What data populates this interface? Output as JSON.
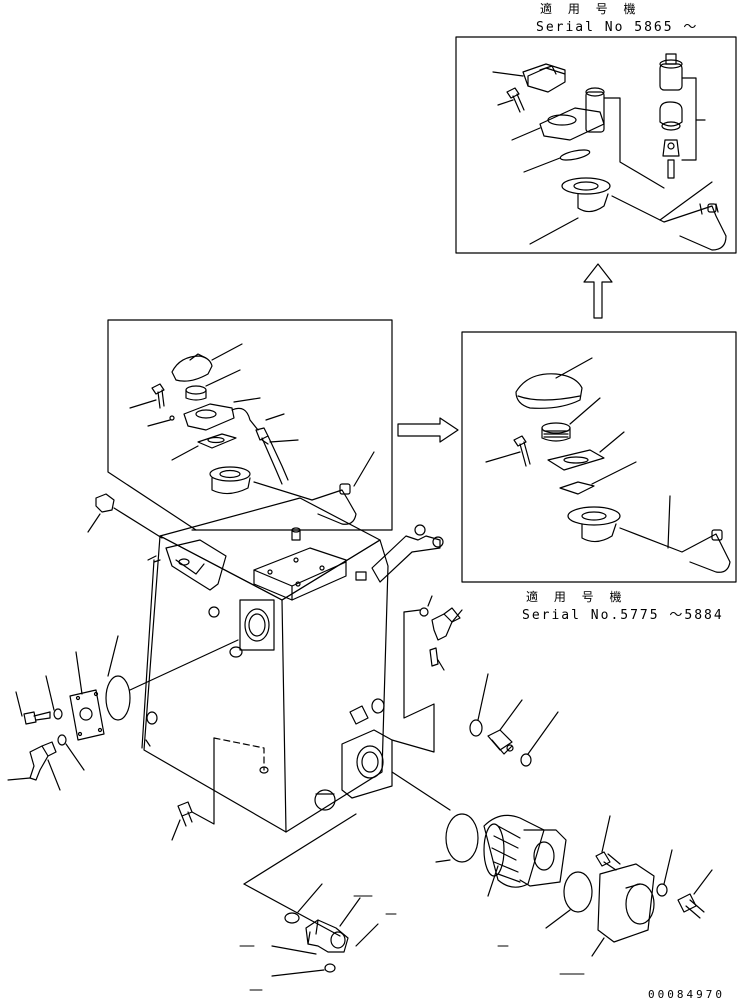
{
  "insets": {
    "upper": {
      "applies_label": "適 用 号 機",
      "serial": "Serial No 5865 ～"
    },
    "lower": {
      "applies_label": "適 用 号 機",
      "serial": "Serial No.5775 ～5884"
    }
  },
  "drawing_code": "00084970",
  "colors": {
    "line": "#000000",
    "background": "#ffffff"
  }
}
